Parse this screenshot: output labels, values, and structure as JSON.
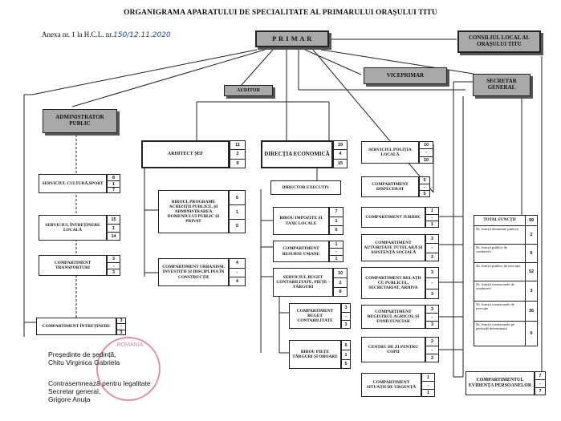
{
  "title": "ORGANIGRAMA APARATULUI DE SPECIALITATE AL PRIMARULUI ORAȘULUI TITU",
  "anexa": {
    "prefix": "Anexa nr. 1 la H.C.L. nr.",
    "handwritten": "150/12.11.2020"
  },
  "primar": "P R I M A R",
  "consiliu": "CONSILIUL LOCAL AL ORAȘULUI TITU",
  "viceprimar": "VICEPRIMAR",
  "auditor": "AUDITOR",
  "secretar": "SECRETAR GENERAL",
  "administrator": "ADMINISTRATOR PUBLIC",
  "arhitect": {
    "label": "ARHITECT ȘEF",
    "nums": [
      "11",
      "2",
      "9"
    ]
  },
  "directia": {
    "label": "DIRECȚIA ECONOMICĂ",
    "nums": [
      "19",
      "4",
      "15"
    ]
  },
  "director": "DIRECTOR EXECUTIV",
  "admin_units": [
    {
      "label": "SERVICIUL CULTURĂ,SPORT",
      "nums": [
        "8",
        "1",
        "7"
      ]
    },
    {
      "label": "SERVICIUL ÎNTREȚINERE LOCALĂ",
      "nums": [
        "15",
        "1",
        "14"
      ]
    },
    {
      "label": "COMPARTIMENT TRANSPORTURI",
      "nums": [
        "3",
        "-",
        "3"
      ]
    },
    {
      "label": "COMPARTIMENT ÎNTREȚINERE",
      "nums": [
        "3",
        "-",
        "3"
      ]
    }
  ],
  "arh_units": [
    {
      "label": "BIROUL PROGRAME ACHIZIȚII PUBLICE, ȘI ADMINISTRAREA DOMENIULUI PUBLIC ȘI PRIVAT",
      "nums": [
        "6",
        "1",
        "5"
      ]
    },
    {
      "label": "COMPARTIMENT URBANISM, INVESTIȚII ȘI DISCIPLINA ÎN CONSTRUCȚII",
      "nums": [
        "4",
        "-",
        "4"
      ]
    }
  ],
  "econ_units": [
    {
      "label": "BIROU IMPOZITE ȘI TAXE LOCALE",
      "nums": [
        "7",
        "1",
        "6"
      ]
    },
    {
      "label": "COMPARTIMENT RESURSE UMANE",
      "nums": [
        "1",
        "-",
        "1"
      ]
    },
    {
      "label": "SERVICIUL BUGET CONTABILITATE, PIEȚE -TÂRGURI",
      "nums": [
        "10",
        "2",
        "8"
      ]
    },
    {
      "label": "COMPARTIMENT BUGET CONTABILITATE",
      "nums": [
        "3",
        "-",
        "3"
      ]
    },
    {
      "label": "BIROU PIEȚE TÂRGURI ȘI OBOARE",
      "nums": [
        "6",
        "1",
        "5"
      ]
    }
  ],
  "mid_units": [
    {
      "label": "SERVICIUL POLIȚIA LOCALĂ",
      "nums": [
        "10",
        "-",
        "10"
      ]
    },
    {
      "label": "COMPARTIMENT DISPECERAT",
      "nums": [
        "5",
        "-",
        "5"
      ]
    },
    {
      "label": "COMPARTIMENT JURIDIC",
      "nums": [
        "1",
        "-",
        "1"
      ]
    },
    {
      "label": "COMPARTIMENT AUTORITATE TUTELARĂ ȘI ASISTENȚĂ SOCIALĂ",
      "nums": [
        "3",
        "-",
        "3"
      ]
    },
    {
      "label": "COMPARTIMENT RELAȚII CU PUBLICUL, SECRETARIAT, ARHIVA",
      "nums": [
        "3",
        "-",
        "3"
      ]
    },
    {
      "label": "COMPARTIMENT REGISTRUL AGRICOL ȘI FOND FUNCIAR",
      "nums": [
        "3",
        "-",
        "3"
      ]
    },
    {
      "label": "CENTRU DE ZI PENTRU COPII",
      "nums": [
        "2",
        "-",
        "2"
      ]
    },
    {
      "label": "COMPARTIMENT SITUAȚII DE URGENȚĂ",
      "nums": [
        "1",
        "-",
        "1"
      ]
    }
  ],
  "evidenta": {
    "label": "COMPARTIMENTUL EVIDENȚA PERSOANELOR",
    "nums": [
      "7",
      "-",
      "7"
    ]
  },
  "totals": {
    "header": "TOTAL FUNCȚII",
    "header_value": "99",
    "rows": [
      {
        "label": "Nr. funcții demnitate publică",
        "value": "2"
      },
      {
        "label": "Nr. funcții publice de conducere",
        "value": "6"
      },
      {
        "label": "Nr. funcții publice de execuție",
        "value": "52"
      },
      {
        "label": "Nr. funcții contractuale de conducere",
        "value": "3"
      },
      {
        "label": "Nr. funcții contractuale de execuție",
        "value": "36"
      },
      {
        "label": "Nr. funcții contractuale pe perioadă determinată",
        "value": "0"
      }
    ]
  },
  "signatures": {
    "presedinte_role": "Președinte de ședință,",
    "presedinte_name": "Chitu Virginica Gabriela",
    "contra": "Contrasemnează pentru legalitate",
    "secretar_role": "Secretar general,",
    "secretar_name": "Grigore Anuța"
  },
  "stamp_text": "ROMANIA"
}
